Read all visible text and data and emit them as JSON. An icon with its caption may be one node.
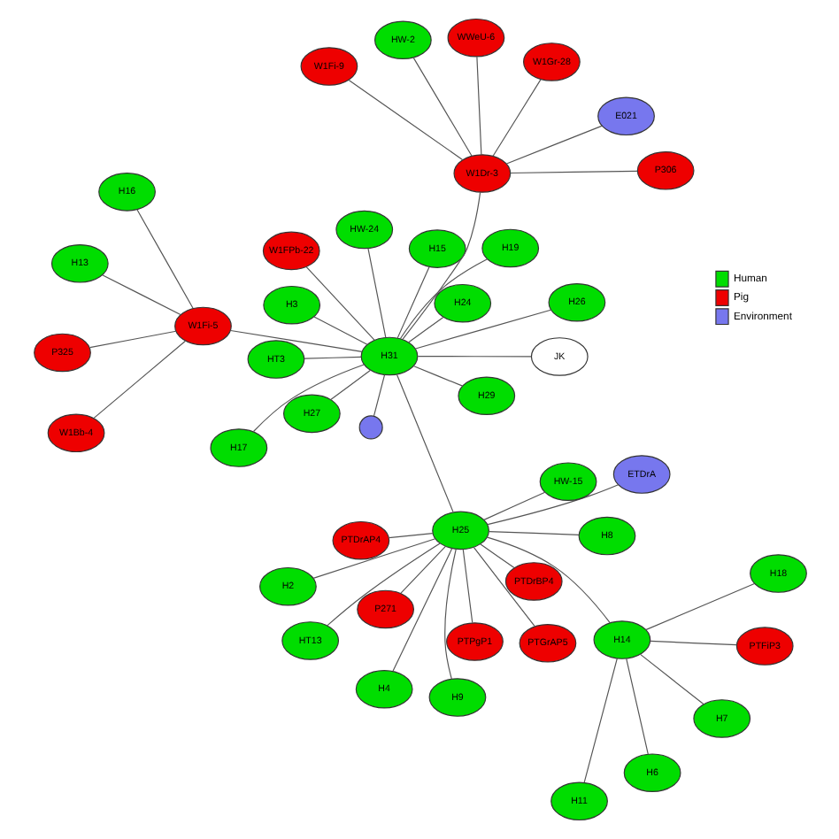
{
  "diagram": {
    "nodes": [
      {
        "text": [
          "H2"
        ]
      },
      {
        "text": [
          "JK"
        ]
      },
      {
        "text": [
          "H9"
        ]
      },
      {
        "text": [
          "PTDrAP4"
        ]
      },
      {
        "text": [
          "H8"
        ]
      },
      {
        "text": [
          "H3"
        ]
      },
      {
        "text": [
          "HT13"
        ]
      },
      {
        "text": [
          "PTDrBP4"
        ]
      },
      {
        "text": [
          "H4"
        ]
      },
      {
        "text": [
          "PTGrAP5"
        ]
      },
      {
        "text": [
          "PTPgP1"
        ]
      },
      {
        "text": [
          "HT3"
        ]
      },
      {
        "text": [
          "PTFiP3"
        ]
      },
      {
        "text": [
          "H26"
        ]
      },
      {
        "text": [
          "H25"
        ]
      },
      {
        "text": [
          "H14"
        ]
      },
      {
        "text": [
          "H7"
        ]
      },
      {
        "text": [
          "H6"
        ]
      },
      {
        "text": [
          "H31"
        ]
      },
      {
        "text": [
          "H11"
        ]
      },
      {
        "text": [
          "P271"
        ]
      },
      {
        "text": [
          "H17"
        ]
      },
      {
        "text": [
          "ETDrA"
        ]
      },
      {
        "text": [
          "HW-15"
        ]
      },
      {
        "text": [
          "H18"
        ]
      },
      {
        "text": [],
        "shape": "circle"
      },
      {
        "text": [
          "H19"
        ]
      },
      {
        "text": [
          "W1FPb-22"
        ]
      },
      {
        "text": [
          "H27"
        ]
      },
      {
        "text": [
          "H29"
        ]
      },
      {
        "text": [
          "H15"
        ]
      },
      {
        "text": [
          "H24"
        ]
      },
      {
        "text": [
          "W1Dr-3"
        ]
      },
      {
        "text": [
          "H13"
        ]
      },
      {
        "text": [
          "W1Fi-5"
        ]
      },
      {
        "text": [
          "W1Fi-9"
        ]
      },
      {
        "text": [
          "HW-24"
        ]
      },
      {
        "text": [
          "H16"
        ]
      },
      {
        "text": [
          "W1Bb-4"
        ]
      },
      {
        "text": [
          "HW-2"
        ]
      },
      {
        "text": [
          "W1Gr-28"
        ]
      },
      {
        "text": [
          "WWeU-6"
        ]
      },
      {
        "text": [
          "P325"
        ]
      },
      {
        "text": [
          "E021"
        ]
      },
      {
        "text": [
          "P306"
        ]
      }
    ],
    "edges": [
      {
        "from": 14,
        "to": 3,
        "arrow": "none"
      },
      {
        "from": 14,
        "to": 6,
        "arrow": "none"
      },
      {
        "from": 14,
        "to": 9,
        "arrow": "none"
      },
      {
        "from": 14,
        "to": 7,
        "arrow": "none"
      },
      {
        "from": 14,
        "to": 4,
        "arrow": "none"
      },
      {
        "from": 14,
        "to": 10,
        "arrow": "none"
      },
      {
        "from": 14,
        "to": 8,
        "arrow": "none"
      },
      {
        "from": 14,
        "to": 2,
        "arrow": "none"
      },
      {
        "from": 14,
        "to": 0,
        "arrow": "none"
      },
      {
        "from": 14,
        "to": 15,
        "arrow": "none"
      },
      {
        "from": 14,
        "to": 20,
        "arrow": "none"
      },
      {
        "from": 14,
        "to": 22,
        "arrow": "none"
      },
      {
        "from": 14,
        "to": 23,
        "arrow": "none"
      },
      {
        "from": 15,
        "to": 12,
        "arrow": "none"
      },
      {
        "from": 15,
        "to": 16,
        "arrow": "none"
      },
      {
        "from": 15,
        "to": 17,
        "arrow": "none"
      },
      {
        "from": 15,
        "to": 19,
        "arrow": "none"
      },
      {
        "from": 15,
        "to": 24,
        "arrow": "none"
      },
      {
        "from": 18,
        "to": 1,
        "arrow": "none"
      },
      {
        "from": 18,
        "to": 5,
        "arrow": "none"
      },
      {
        "from": 18,
        "to": 11,
        "arrow": "none"
      },
      {
        "from": 18,
        "to": 13,
        "arrow": "none"
      },
      {
        "from": 18,
        "to": 14,
        "arrow": "none"
      },
      {
        "from": 18,
        "to": 21,
        "arrow": "none"
      },
      {
        "from": 18,
        "to": 25,
        "arrow": "none"
      },
      {
        "from": 18,
        "to": 26,
        "arrow": "none"
      },
      {
        "from": 18,
        "to": 27,
        "arrow": "none"
      },
      {
        "from": 18,
        "to": 28,
        "arrow": "none"
      },
      {
        "from": 18,
        "to": 29,
        "arrow": "none"
      },
      {
        "from": 18,
        "to": 30,
        "arrow": "none"
      },
      {
        "from": 18,
        "to": 31,
        "arrow": "none"
      },
      {
        "from": 18,
        "to": 36,
        "arrow": "none"
      },
      {
        "from": 18,
        "to": 32,
        "arrow": "none"
      },
      {
        "from": 18,
        "to": 34,
        "arrow": "none"
      },
      {
        "from": 32,
        "to": 35,
        "arrow": "none"
      },
      {
        "from": 32,
        "to": 39,
        "arrow": "none"
      },
      {
        "from": 32,
        "to": 40,
        "arrow": "none"
      },
      {
        "from": 32,
        "to": 41,
        "arrow": "none"
      },
      {
        "from": 32,
        "to": 43,
        "arrow": "none"
      },
      {
        "from": 32,
        "to": 44,
        "arrow": "none"
      },
      {
        "from": 34,
        "to": 33,
        "arrow": "none"
      },
      {
        "from": 34,
        "to": 37,
        "arrow": "none"
      },
      {
        "from": 34,
        "to": 38,
        "arrow": "none"
      },
      {
        "from": 34,
        "to": 42,
        "arrow": "none"
      }
    ],
    "legend": [
      {
        "text": "Human",
        "color": "#00dd00"
      },
      {
        "text": "Pig",
        "color": "#ee0000"
      },
      {
        "text": "Environment",
        "color": "#7777ee"
      }
    ]
  }
}
